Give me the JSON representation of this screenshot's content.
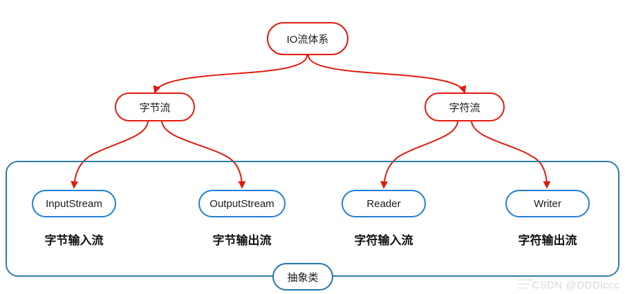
{
  "diagram": {
    "title_node": {
      "label": "IO流体系"
    },
    "level2": [
      {
        "label": "字节流"
      },
      {
        "label": "字符流"
      }
    ],
    "level3": [
      {
        "label": "InputStream",
        "caption": "字节输入流"
      },
      {
        "label": "OutputStream",
        "caption": "字节输出流"
      },
      {
        "label": "Reader",
        "caption": "字符输入流"
      },
      {
        "label": "Writer",
        "caption": "字符输出流"
      }
    ],
    "group_label": "抽象类",
    "colors": {
      "red_node_border": "#e01b0c",
      "blue_node_border": "#1f7fd4",
      "group_border": "#2e7ba6",
      "edge": "#e01b0c",
      "text": "#1a1a1a",
      "background": "#ffffff"
    }
  },
  "watermark": {
    "text": "CSDN @DDDiccc"
  }
}
